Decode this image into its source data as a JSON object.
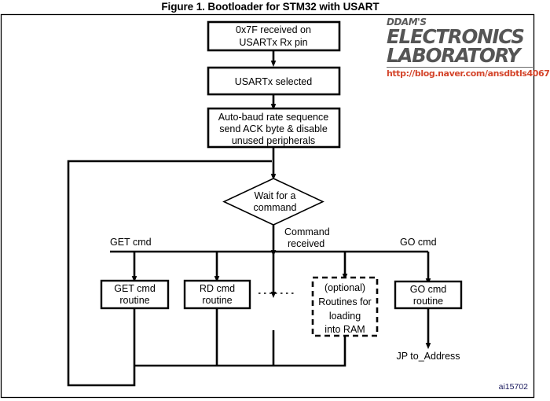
{
  "figure": {
    "title": "Figure 1. Bootloader for STM32 with USART",
    "id_label": "ai15702"
  },
  "watermark": {
    "line1": "DDAM'S",
    "line2": "ELECTRONICS",
    "line3": "LABORATORY",
    "url": "http://blog.naver.com/ansdbtls4067",
    "url_color": "#d4452b",
    "text_color": "#555555"
  },
  "flowchart": {
    "type": "flowchart",
    "nodes": {
      "start": {
        "shape": "process",
        "line1": "0x7F received on",
        "line2": "USARTx Rx pin"
      },
      "usart_selected": {
        "shape": "process",
        "line1": "USARTx selected"
      },
      "autobaud": {
        "shape": "process",
        "line1": "Auto-baud rate sequence",
        "line2": "send ACK byte & disable",
        "line3": "unused peripherals"
      },
      "wait": {
        "shape": "decision",
        "line1": "Wait for a",
        "line2": "command"
      },
      "get_cmd": {
        "shape": "process",
        "line1": "GET cmd",
        "line2": "routine"
      },
      "rd_cmd": {
        "shape": "process",
        "line1": "RD cmd",
        "line2": "routine"
      },
      "ellipsis": {
        "shape": "dotted-line",
        "line1": "........."
      },
      "optional_ram": {
        "shape": "process-dashed",
        "line1": "(optional)",
        "line2": "Routines for",
        "line3": "loading",
        "line4": "into RAM"
      },
      "go_cmd": {
        "shape": "process",
        "line1": "GO cmd",
        "line2": "routine"
      }
    },
    "edge_labels": {
      "get_cmd": "GET cmd",
      "command_received_1": "Command",
      "command_received_2": "received",
      "go_cmd": "GO cmd"
    },
    "terminal": {
      "jp_to_address": "JP to_Address"
    }
  }
}
